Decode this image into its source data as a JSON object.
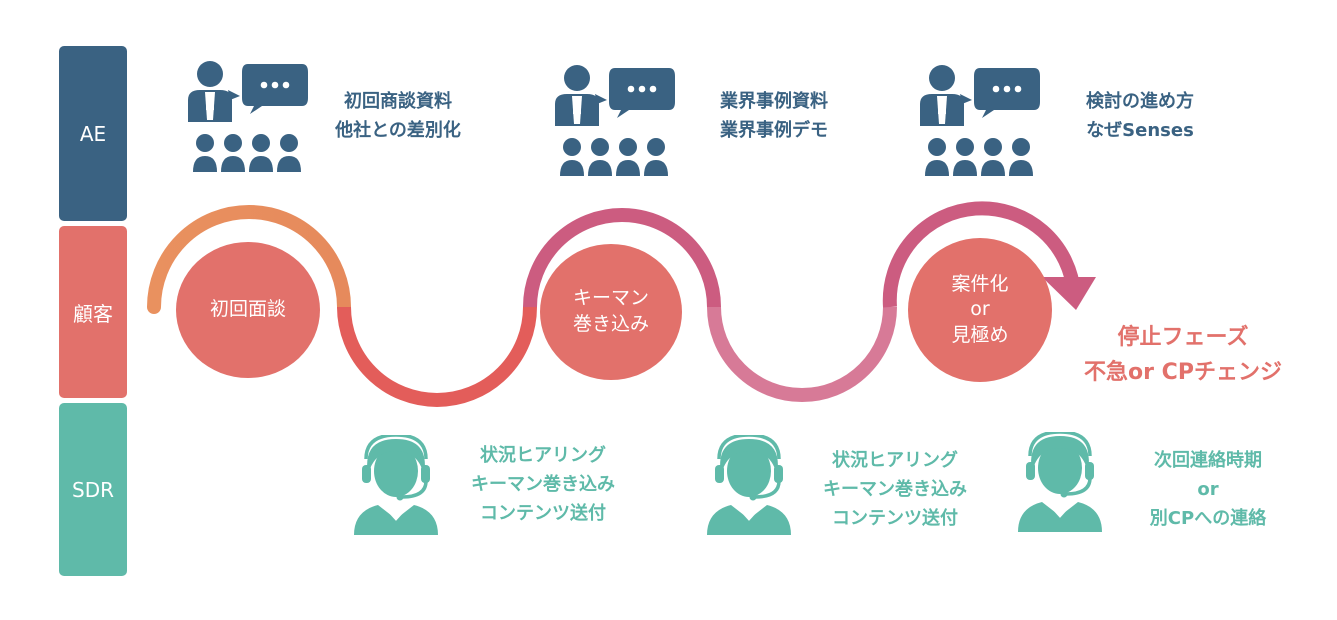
{
  "lanes": {
    "ae": "AE",
    "customer": "顧客",
    "sdr": "SDR"
  },
  "steps": [
    {
      "lines": [
        "初回面談"
      ]
    },
    {
      "lines": [
        "キーマン",
        "巻き込み"
      ]
    },
    {
      "lines": [
        "案件化",
        "or",
        "見極め"
      ]
    }
  ],
  "ae_notes": [
    {
      "lines": [
        "初回商談資料",
        "他社との差別化"
      ]
    },
    {
      "lines": [
        "業界事例資料",
        "業界事例デモ"
      ]
    },
    {
      "lines": [
        "検討の進め方",
        "なぜSenses"
      ]
    }
  ],
  "sdr_notes": [
    {
      "lines": [
        "状況ヒアリング",
        "キーマン巻き込み",
        "コンテンツ送付"
      ]
    },
    {
      "lines": [
        "状況ヒアリング",
        "キーマン巻き込み",
        "コンテンツ送付"
      ]
    },
    {
      "lines": [
        "次回連絡時期",
        "or",
        "別CPへの連絡"
      ]
    }
  ],
  "stop_phase": {
    "lines": [
      "停止フェーズ",
      "不急or CPチェンジ"
    ]
  },
  "icons": {
    "ae": "presenter-with-audience-icon",
    "sdr": "operator-headset-icon"
  },
  "colors": {
    "ae": "#3a6282",
    "customer": "#e2716b",
    "sdr": "#5fbaa9",
    "arc_orange": "#e9915f",
    "arc_red": "#e35d5a",
    "arc_magenta": "#cc5c80",
    "arc_pink": "#d77a97"
  }
}
